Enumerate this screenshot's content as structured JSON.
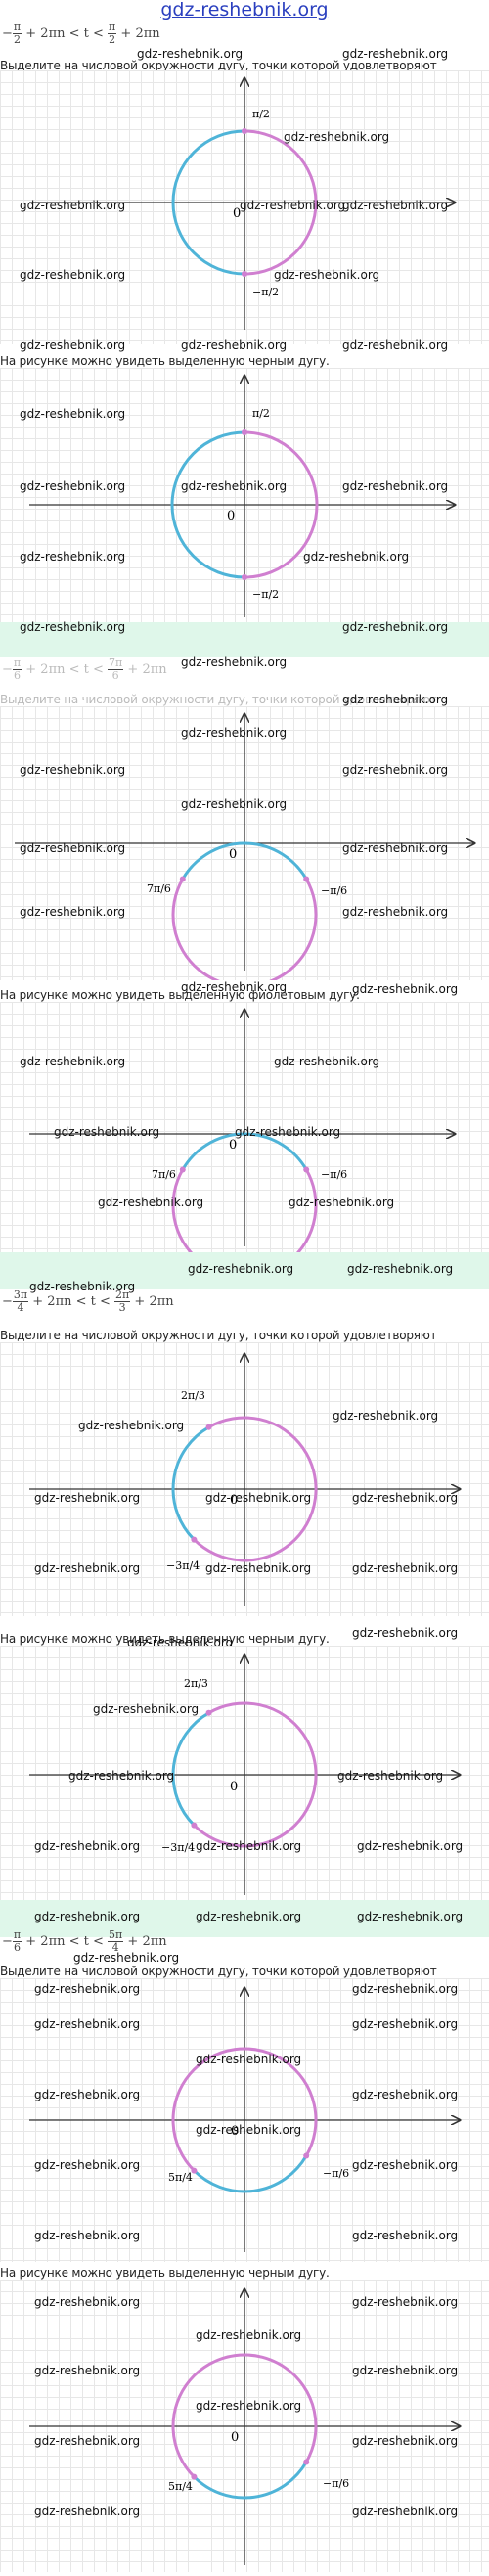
{
  "header": {
    "site_link": "gdz-reshebnik.org"
  },
  "watermark": "gdz-reshebnik.org",
  "tasks": [
    {
      "formula": {
        "lo_sign": "−",
        "lo_num": "π",
        "lo_den": "2",
        "mid": "+ 2πn < t <",
        "hi_num": "π",
        "hi_den": "2",
        "tail": "+ 2πn"
      },
      "instruction": "Выделите на числовой окружности дугу, точки которой удовлетворяют",
      "answer_text": "На рисунке можно увидеть выделенную черным дугу.",
      "labels": {
        "top": "π/2",
        "bottom": "−π/2",
        "origin": "0"
      }
    },
    {
      "formula": {
        "lo_sign": "−",
        "lo_num": "π",
        "lo_den": "6",
        "mid": "+ 2πn < t <",
        "hi_num": "7π",
        "hi_den": "6",
        "tail": "+ 2πn"
      },
      "instruction": "Выделите на числовой окружности дугу, точки которой удовлетворяют",
      "answer_text": "На рисунке можно увидеть выделенную фиолетовым дугу.",
      "labels": {
        "left": "7π/6",
        "right": "−π/6",
        "origin": "0"
      }
    },
    {
      "formula": {
        "lo_sign": "−",
        "lo_num": "3π",
        "lo_den": "4",
        "mid": "+ 2πn < t <",
        "hi_num": "2π",
        "hi_den": "3",
        "tail": "+ 2πn"
      },
      "instruction": "Выделите на числовой окружности дугу, точки которой удовлетворяют",
      "answer_text": "На рисунке можно увидеть выделенную черным дугу.",
      "labels": {
        "top": "2π/3",
        "bottom": "−3π/4",
        "origin": "0"
      }
    },
    {
      "formula": {
        "lo_sign": "−",
        "lo_num": "π",
        "lo_den": "6",
        "mid": "+ 2πn < t <",
        "hi_num": "5π",
        "hi_den": "4",
        "tail": "+ 2πn"
      },
      "instruction": "Выделите на числовой окружности дугу, точки которой удовлетворяют",
      "answer_text": "На рисунке можно увидеть выделенную черным дугу.",
      "labels": {
        "left": "5π/4",
        "right": "−π/6",
        "origin": "0"
      }
    }
  ],
  "colors": {
    "highlight": "#d07fd0",
    "rest": "#4fb4d8",
    "band": "#dff7ea",
    "link": "#2a3fbf"
  }
}
